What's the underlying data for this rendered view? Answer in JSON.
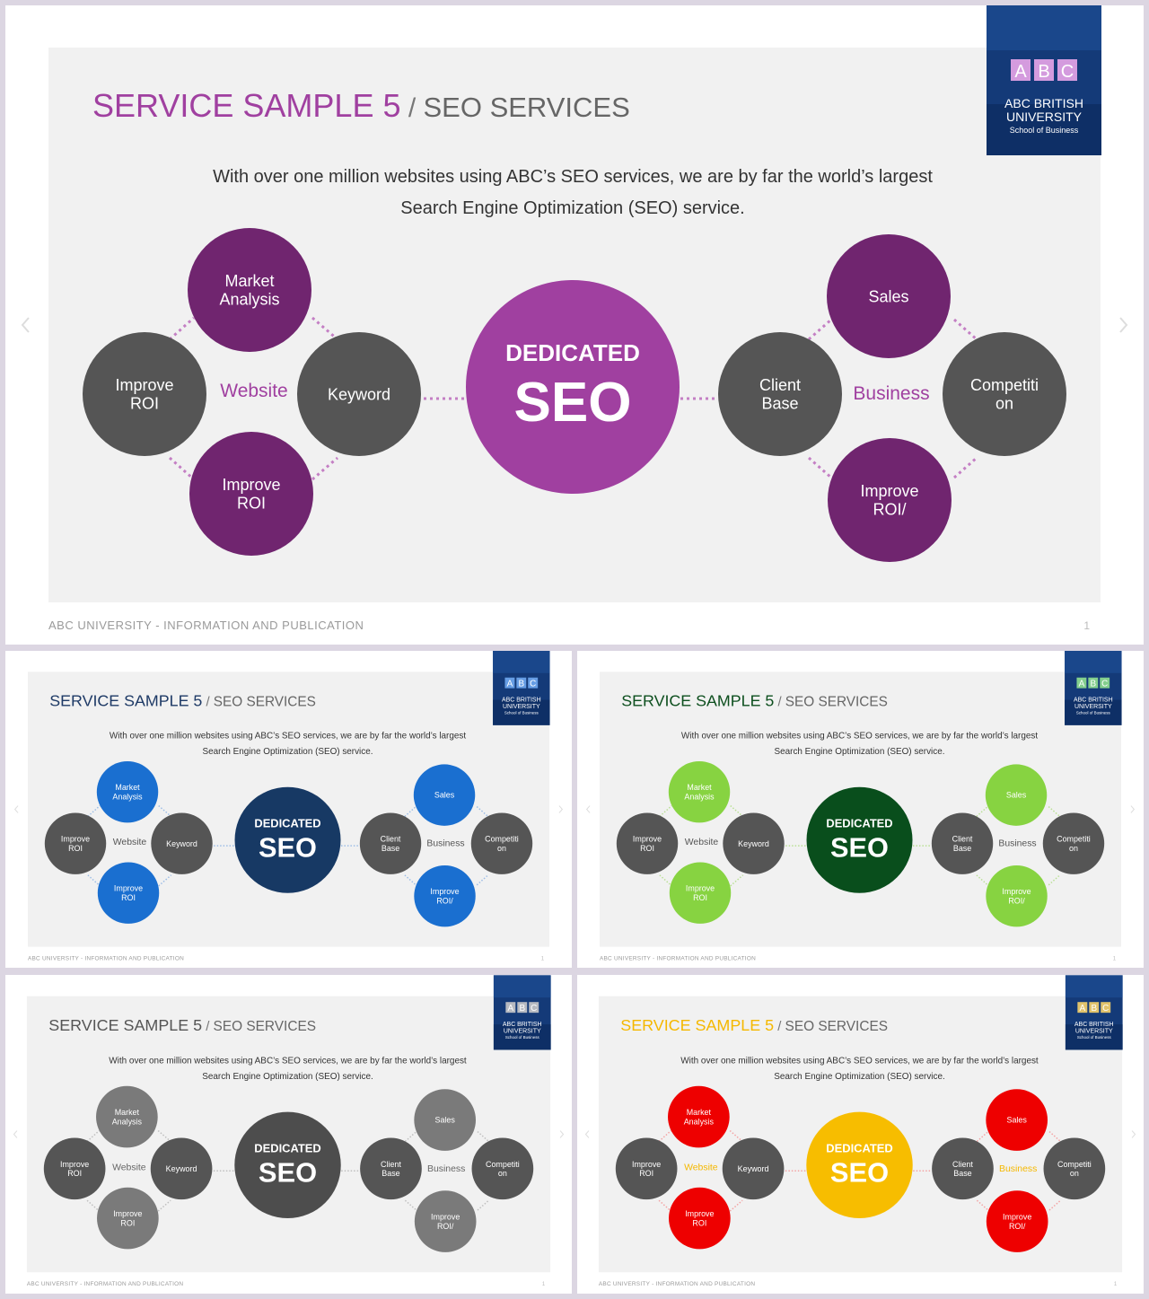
{
  "template": {
    "title_main": "SERVICE SAMPLE 5",
    "title_sep": " / ",
    "title_sub": "SEO SERVICES",
    "description_line1": "With over one million websites using ABC’s SEO services, we are by far the world’s largest",
    "description_line2": "Search Engine Optimization (SEO) service.",
    "center_line1": "DEDICATED",
    "center_line2": "SEO",
    "left_hub": "Website",
    "left_nodes": {
      "top": [
        "Market",
        "Analysis"
      ],
      "left": [
        "Improve",
        "ROI"
      ],
      "right": [
        "Keyword"
      ],
      "bottom": [
        "Improve",
        "ROI"
      ]
    },
    "right_hub": "Business",
    "right_nodes": {
      "top": [
        "Sales"
      ],
      "left": [
        "Client",
        "Base"
      ],
      "right": [
        "Competiti",
        "on"
      ],
      "bottom": [
        "Improve",
        "ROI/"
      ]
    },
    "footer": "ABC UNIVERSITY - INFORMATION AND PUBLICATION",
    "page_number": "1",
    "logo_letters": [
      "A",
      "B",
      "C"
    ],
    "logo_line1": "ABC BRITISH",
    "logo_line2": "UNIVERSITY",
    "logo_line3": "School of Business"
  },
  "slides": [
    {
      "name": "purple",
      "title_color": "#a040a0",
      "center_color": "#a040a0",
      "accent_color": "#70256f",
      "hub_color": "#a040a0",
      "gray_color": "#555555",
      "connector_color": "#c47fc4",
      "logo_color": "#e9a6e9"
    },
    {
      "name": "blue",
      "title_color": "#1e3a66",
      "center_color": "#173964",
      "accent_color": "#1a6fd0",
      "hub_color": "#555555",
      "gray_color": "#555555",
      "connector_color": "#9cbde6",
      "logo_color": "#6fa8f0"
    },
    {
      "name": "green",
      "title_color": "#0d4f1e",
      "center_color": "#094e1c",
      "accent_color": "#87d341",
      "hub_color": "#555555",
      "gray_color": "#555555",
      "connector_color": "#b9e094",
      "logo_color": "#8fe08f"
    },
    {
      "name": "gray",
      "title_color": "#555555",
      "center_color": "#4d4d4d",
      "accent_color": "#7a7a7a",
      "hub_color": "#666666",
      "gray_color": "#555555",
      "connector_color": "#bfbfbf",
      "logo_color": "#c9c9c9"
    },
    {
      "name": "red-yellow",
      "title_color": "#f5b800",
      "center_color": "#f7bd00",
      "accent_color": "#ee0000",
      "hub_color": "#f5b800",
      "gray_color": "#555555",
      "connector_color": "#f3a3a3",
      "logo_color": "#f7d36a"
    }
  ]
}
